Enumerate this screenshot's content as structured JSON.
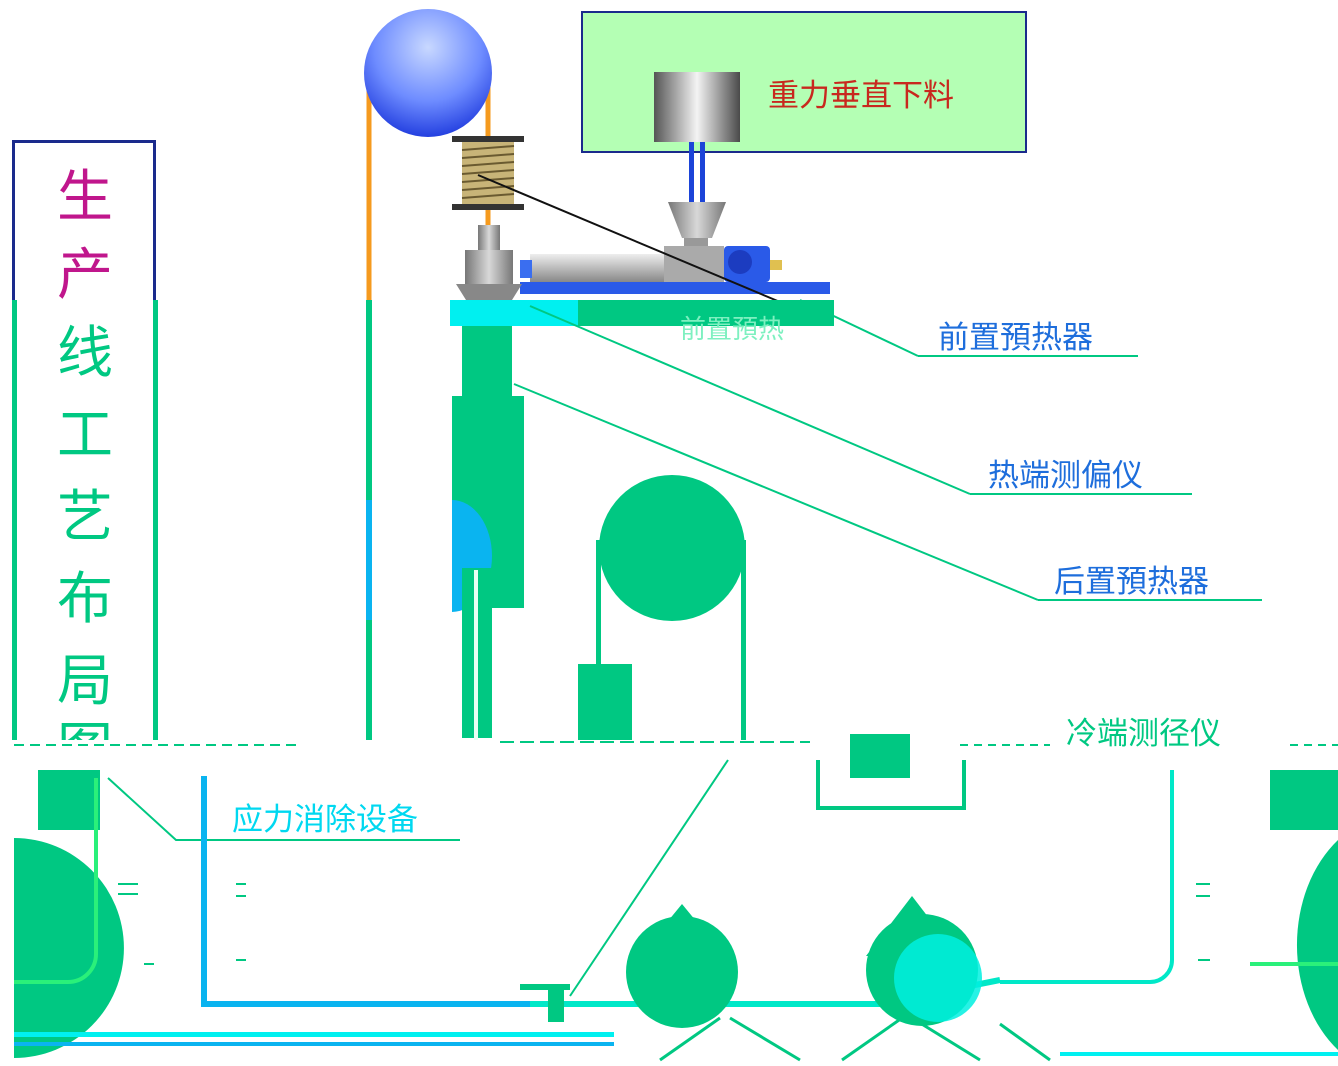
{
  "title": {
    "chars": [
      "生",
      "产",
      "线",
      "工",
      "艺",
      "布",
      "局",
      "图"
    ]
  },
  "labels": {
    "gravity_feed": "重力垂直下料",
    "front_preheater": "前置預热器",
    "hot_end_gauge": "热端测偏仪",
    "rear_preheater": "后置預热器",
    "cold_end_gauge": "冷端测径仪",
    "stress_relief": "应力消除设备"
  },
  "colors": {
    "green": "#00c882",
    "cyan": "#00f0f0",
    "blue": "#1c44d8",
    "title_border": "#1a2a8c",
    "magenta": "#c0168c",
    "label_text": "#1e6edc",
    "gravity_text": "#c8281e",
    "feed_box_bg": "#b4ffb4"
  }
}
